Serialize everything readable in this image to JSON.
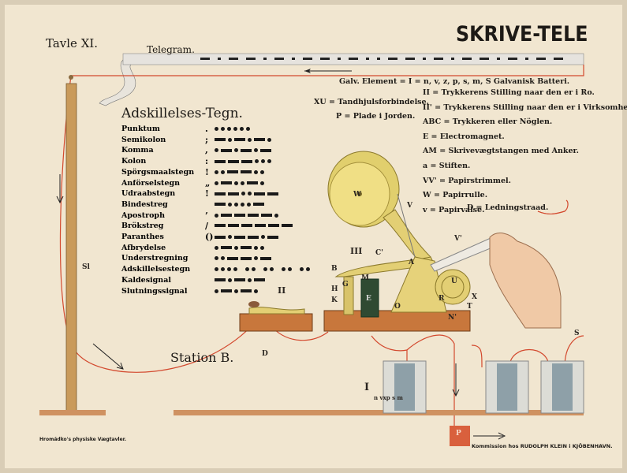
{
  "header": {
    "plate": "Tavle XI.",
    "title": "SKRIVE-TELE",
    "telegram_label": "Telegram."
  },
  "separators": {
    "title": "Adskillelses-Tegn.",
    "rows": [
      {
        "name": "Punktum",
        "symbol": ".",
        "code": "......"
      },
      {
        "name": "Semikolon",
        "symbol": ";",
        "code": "-.-.-."
      },
      {
        "name": "Komma",
        "symbol": ",",
        "code": ".-.-.-"
      },
      {
        "name": "Kolon",
        "symbol": ":",
        "code": "---..."
      },
      {
        "name": "Spörgsmaalstegn",
        "symbol": "!",
        "code": "..--.."
      },
      {
        "name": "Anförselstegn",
        "symbol": "„",
        "code": ".-..-."
      },
      {
        "name": "Udraabstegn",
        "symbol": "!",
        "code": "--..--"
      },
      {
        "name": "Bindestreg",
        "symbol": "",
        "code": "-....-"
      },
      {
        "name": "Apostroph",
        "symbol": "’",
        "code": ".----."
      },
      {
        "name": "Brökstreg",
        "symbol": "/",
        "code": "------"
      },
      {
        "name": "Paranthes",
        "symbol": "()",
        "code": "-.--.-"
      },
      {
        "name": "Afbrydelse",
        "symbol": "",
        "code": ".-.-.."
      },
      {
        "name": "Understregning",
        "symbol": "",
        "code": "..--.-"
      },
      {
        "name": "Adskillelsestegn",
        "symbol": "",
        "code": ".... .. .. .. .."
      },
      {
        "name": "Kaldesignal",
        "symbol": "",
        "code": "-.-.-"
      },
      {
        "name": "Slutningssignal",
        "symbol": "",
        "code": ".-.-."
      }
    ]
  },
  "legend": {
    "galv": "Galv. Element = I = n, v, z, p, s, m, S Galvanisk Batteri.",
    "xu": "XU = Tandhjulsforbindelse.",
    "p": "P = Plade i Jorden.",
    "items": [
      "II = Trykkerens Stilling naar den er i Ro.",
      "II' = Trykkerens Stilling naar den er i Virksomhed.",
      "ABC = Trykkeren eller Nöglen.",
      "E = Electromagnet.",
      "AM = Skrivevægtstangen med Anker.",
      "a = Stiften.",
      "VV' = Papirstrimmel.",
      "W = Papirrulle.",
      "v = Papirvalse."
    ],
    "d": "D = Ledningstraad."
  },
  "diagram_labels": {
    "sl": "Sl",
    "d": "D",
    "s": "S",
    "i": "I",
    "p": "P",
    "ii": "II",
    "iii": "III",
    "w": "W",
    "v": "V",
    "v_prime": "V'",
    "a": "A",
    "b": "B",
    "c_prime": "C'",
    "m": "M",
    "g": "G",
    "h": "H",
    "k": "K",
    "e": "E",
    "u": "U",
    "r": "R",
    "x": "X",
    "t": "T",
    "n_prime": "N'",
    "o": "O",
    "battery_cells": "n vxp  s m"
  },
  "station": "Station B.",
  "footer": {
    "left": "Hromádko's physiske Vægtavler.",
    "right": "Kommission hos RUDOLPH KLEIN i KJÖBENHAVN."
  },
  "colors": {
    "paper": "#f1e6d0",
    "wire": "#d3492e",
    "brass": "#e3cf74",
    "wood": "#c8773c",
    "plate": "#d9603d"
  }
}
